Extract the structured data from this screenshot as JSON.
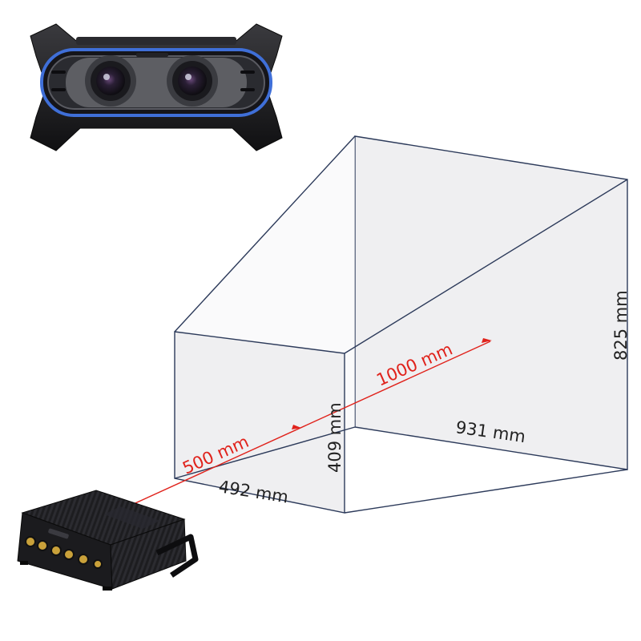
{
  "diagram": {
    "labels": {
      "near_width": "492 mm",
      "near_height": "409 mm",
      "far_width": "931 mm",
      "far_height": "825 mm",
      "near_distance": "500 mm",
      "far_distance": "1000 mm"
    },
    "colors": {
      "frame_stroke": "#2c3a5a",
      "plane_fill": "#efeff1",
      "ray": "#e0221b",
      "text": "#222222"
    }
  }
}
